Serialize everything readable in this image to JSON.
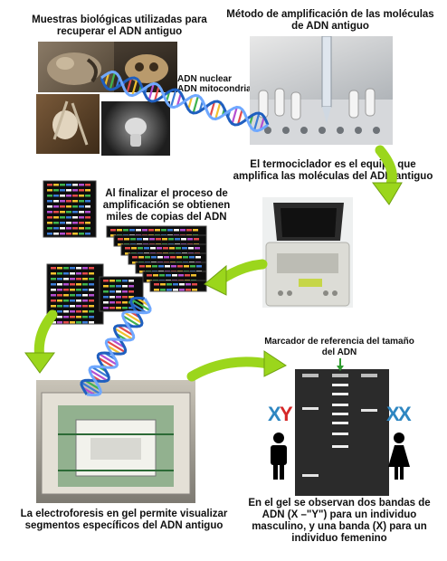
{
  "captions": {
    "samples": "Muestras biológicas utilizadas para recuperar el ADN antiguo",
    "amplification": "Método de amplificación de las moléculas de ADN antiguo",
    "dna_types": [
      "ADN nuclear",
      "ADN mitocondrial"
    ],
    "thermocycler": "El termociclador es el equipo que amplifica las moléculas del ADN antiguo",
    "copies": "Al finalizar el proceso de amplificación se obtienen miles de copias del ADN",
    "marker": "Marcador de referencia del tamaño del ADN",
    "electrophoresis": "La electroforesis en gel permite visualizar segmentos específicos del ADN antiguo",
    "gel_result": "En el gel se observan dos bandas de ADN (X –\"Y\") para un individuo masculino, y una banda (X) para un individuo femenino"
  },
  "chromosomes": {
    "male_x": "X",
    "male_y": "Y",
    "female_x1": "X",
    "female_x2": "X"
  },
  "colors": {
    "arrow_green": "#9bd61c",
    "chromosome_blue": "#2e86c1",
    "chromosome_red": "#d62828",
    "gel_background": "#2b2b2b"
  },
  "icons": [
    "male-person-icon",
    "female-person-icon",
    "down-arrow-icon"
  ]
}
